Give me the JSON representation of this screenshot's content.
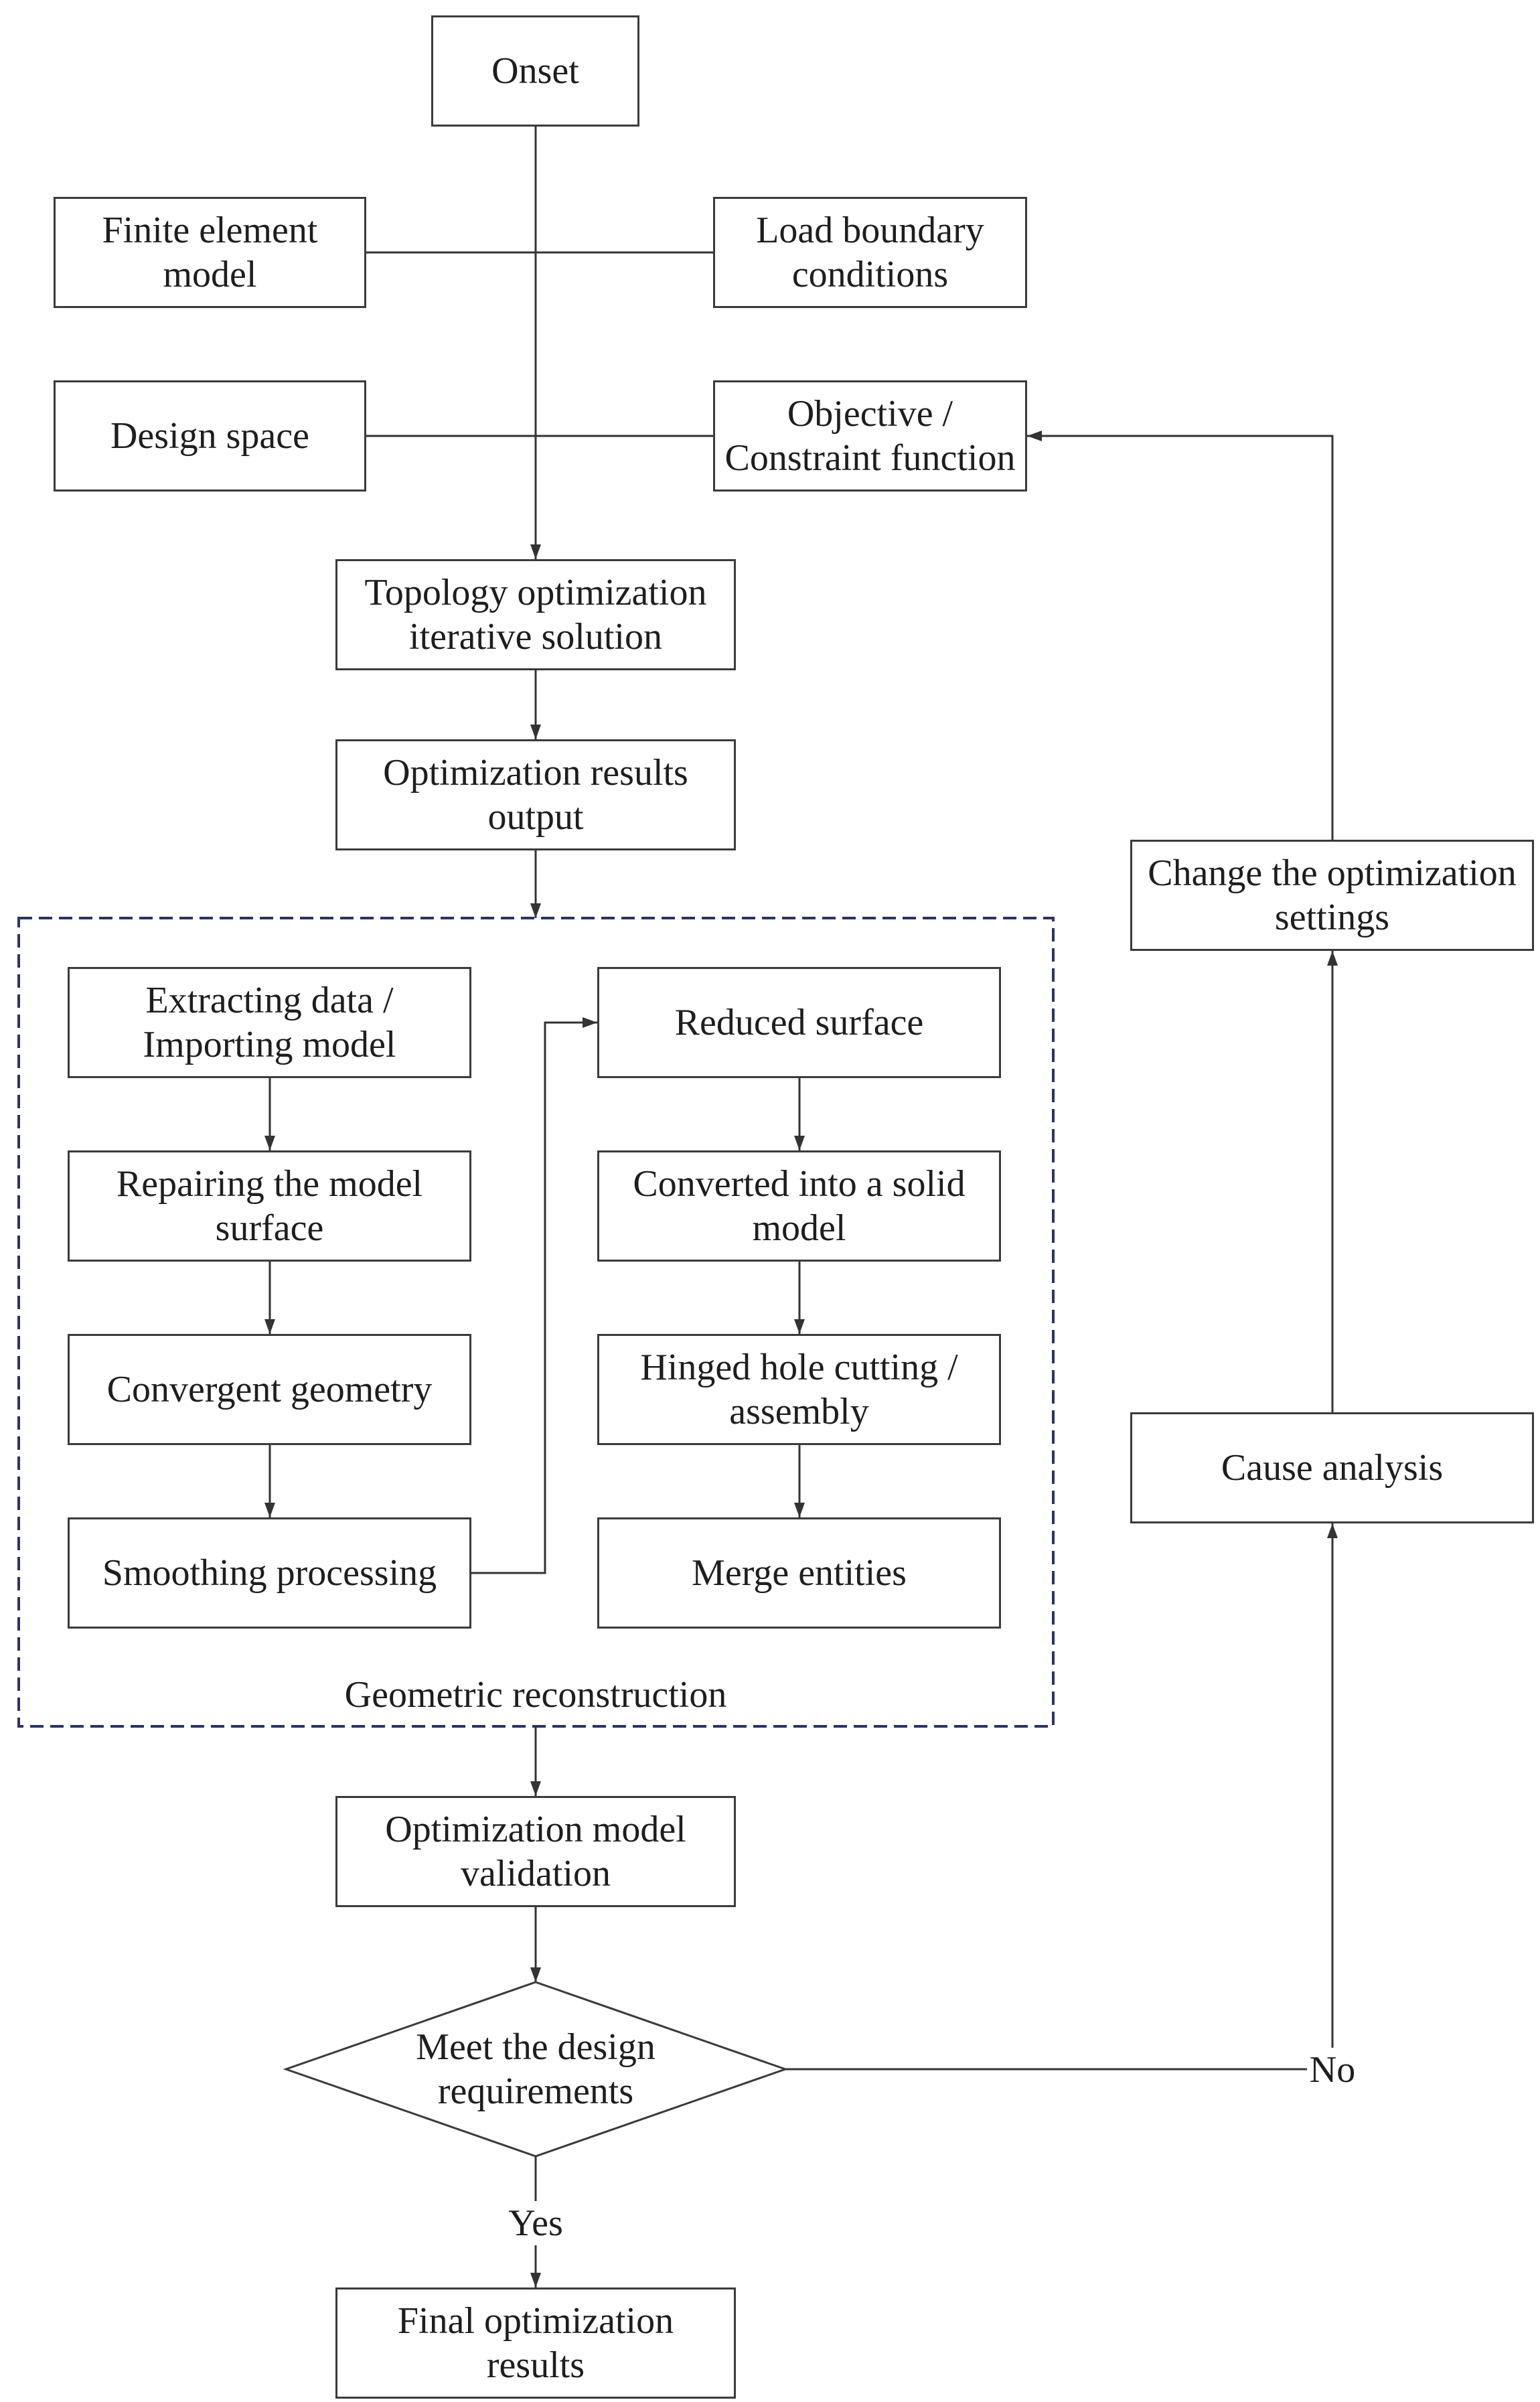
{
  "main_flow": {
    "onset": "Onset",
    "finite_element_model": "Finite element\nmodel",
    "load_boundary_conditions": "Load boundary\nconditions",
    "design_space": "Design space",
    "objective_constraint_function": "Objective /\nConstraint function",
    "topology_optimization": "Topology optimization\niterative solution",
    "optimization_results_output": "Optimization results\noutput"
  },
  "geometric_reconstruction": {
    "label": "Geometric reconstruction",
    "left_column": [
      "Extracting data /\nImporting model",
      "Repairing the model\nsurface",
      "Convergent geometry",
      "Smoothing processing"
    ],
    "right_column": [
      "Reduced surface",
      "Converted into a solid\nmodel",
      "Hinged hole cutting /\nassembly",
      "Merge entities"
    ]
  },
  "validation": {
    "optimization_model_validation": "Optimization model\nvalidation",
    "decision": "Meet the design\nrequirements",
    "yes_label": "Yes",
    "no_label": "No",
    "final_optimization_results": "Final optimization\nresults"
  },
  "feedback_loop": {
    "cause_analysis": "Cause analysis",
    "change_optimization_settings": "Change the optimization\nsettings"
  },
  "colors": {
    "box_border": "#3b3b3b",
    "line_color": "#333333",
    "group_border": "#2b3462",
    "text_color": "#1e1e1e",
    "background": "#ffffff"
  }
}
